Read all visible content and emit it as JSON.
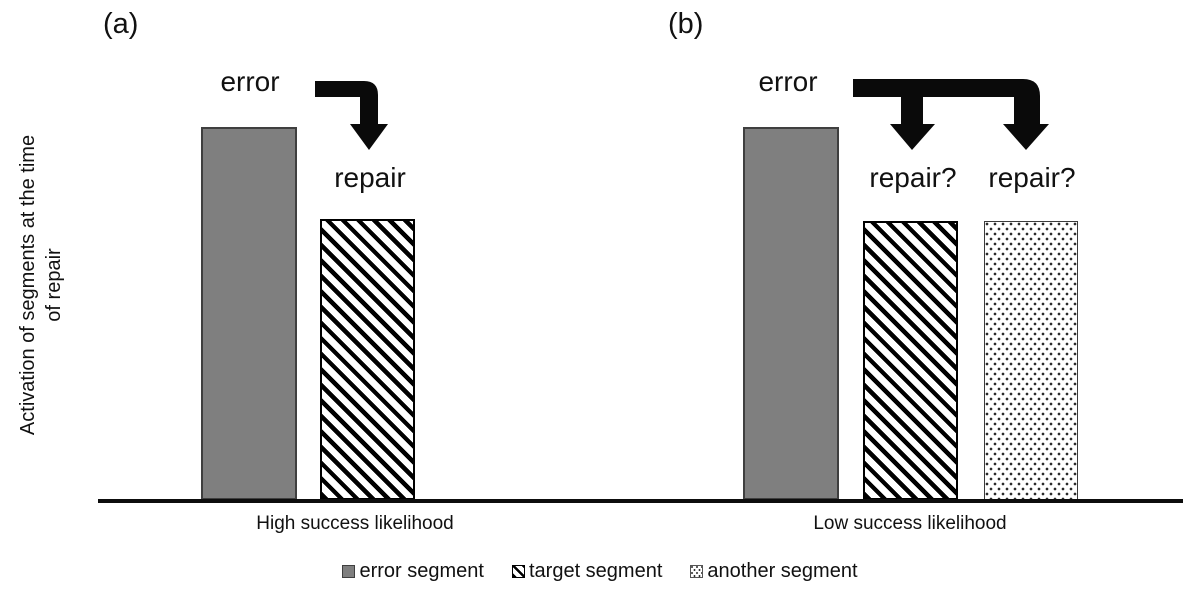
{
  "figure": {
    "y_axis_label_line1": "Activation of segments at the time",
    "y_axis_label_line2": "of repair",
    "panels": [
      {
        "id": "a",
        "label": "(a)",
        "error_label": "error",
        "repair_labels": [
          "repair"
        ],
        "x_axis_label": "High success likelihood"
      },
      {
        "id": "b",
        "label": "(b)",
        "error_label": "error",
        "repair_labels": [
          "repair?",
          "repair?"
        ],
        "x_axis_label": "Low success likelihood"
      }
    ],
    "legend": [
      {
        "swatch": "solid-gray",
        "label": "error segment"
      },
      {
        "swatch": "diagonal-hatch",
        "label": "target segment"
      },
      {
        "swatch": "dotted",
        "label": "another segment"
      }
    ],
    "colors": {
      "bar_gray_fill": "#7f7f7f",
      "bar_gray_border": "#3f3f3f",
      "hatch_black": "#000000",
      "axis_black": "#0d0d0d",
      "background": "#ffffff"
    }
  },
  "chart_data": {
    "type": "bar",
    "title": "",
    "ylabel": "Activation of segments at the time of repair",
    "yaxis": {
      "ticks": "none",
      "scale": "relative activation (unlabeled)"
    },
    "grid": false,
    "legend_position": "bottom-center",
    "panels": [
      {
        "panel": "(a)",
        "xlabel": "High success likelihood",
        "arrow_annotation": "error → repair (single bent arrow)",
        "bars": [
          {
            "segment": "error segment",
            "annotation": "error",
            "relative_activation": 1.0,
            "fill": "solid-gray"
          },
          {
            "segment": "target segment",
            "annotation": "repair",
            "relative_activation": 0.75,
            "fill": "diagonal-hatch"
          }
        ]
      },
      {
        "panel": "(b)",
        "xlabel": "Low success likelihood",
        "arrow_annotation": "error → repair? / repair? (forked double arrow)",
        "bars": [
          {
            "segment": "error segment",
            "annotation": "error",
            "relative_activation": 1.0,
            "fill": "solid-gray"
          },
          {
            "segment": "target segment",
            "annotation": "repair?",
            "relative_activation": 0.75,
            "fill": "diagonal-hatch"
          },
          {
            "segment": "another segment",
            "annotation": "repair?",
            "relative_activation": 0.75,
            "fill": "dotted"
          }
        ]
      }
    ]
  }
}
